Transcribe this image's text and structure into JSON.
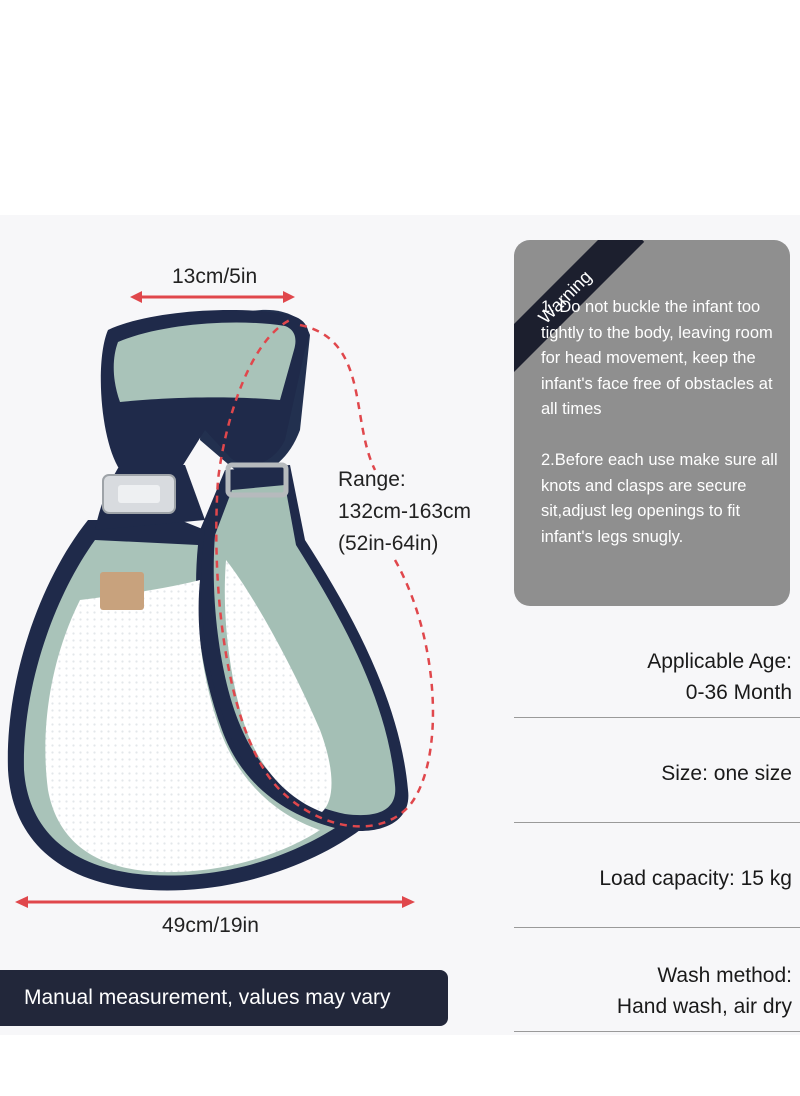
{
  "measurements": {
    "top_width": "13cm/5in",
    "range_title": "Range:",
    "range_cm": "132cm-163cm",
    "range_in": "(52in-64in)",
    "bottom_width": "49cm/19in"
  },
  "warning": {
    "tag": "Warning",
    "paragraph1": "1. Do not buckle the infant too tightly to the body, leaving room for head movement, keep the infant's face free of obstacles at all times",
    "paragraph2": "2.Before each use make sure all knots and clasps are secure sit,adjust leg openings to fit infant's legs snugly."
  },
  "specs": {
    "age_label": "Applicable Age:",
    "age_value": "0-36 Month",
    "size": "Size: one size",
    "load": "Load capacity: 15 kg",
    "wash_label": "Wash method:",
    "wash_value": "Hand wash, air dry"
  },
  "disclaimer": "Manual measurement, values may vary",
  "colors": {
    "navy": "#1f2a4a",
    "sage": "#9fbbb1",
    "arrow_red": "#e0474c",
    "warning_bg": "#8f8f8f",
    "disclaimer_bg": "#22273a"
  }
}
